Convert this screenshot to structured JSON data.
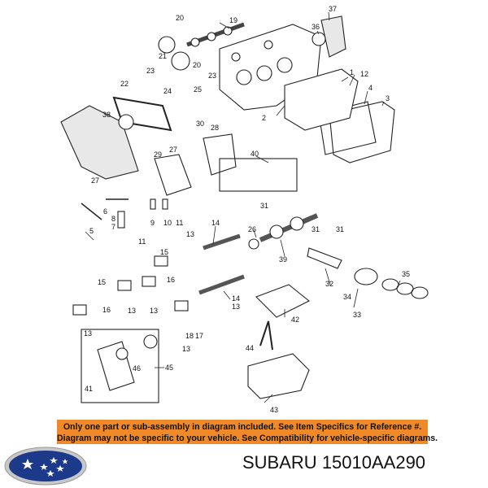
{
  "diagram": {
    "callouts": [
      "1",
      "2",
      "3",
      "4",
      "5",
      "6",
      "7",
      "8",
      "9",
      "10",
      "11",
      "12",
      "13",
      "14",
      "15",
      "16",
      "17",
      "18",
      "19",
      "20",
      "21",
      "22",
      "23",
      "24",
      "25",
      "26",
      "27",
      "28",
      "29",
      "30",
      "31",
      "32",
      "33",
      "34",
      "35",
      "36",
      "37",
      "38",
      "39",
      "40",
      "41",
      "42",
      "43",
      "44",
      "45",
      "46"
    ]
  },
  "notice": {
    "line1": "Only one part or sub-assembly in diagram included. See Item Specifics for Reference #.",
    "line2": "Diagram may not be specific to your vehicle. See Compatibility for vehicle-specific diagrams.",
    "color": "#f08a28"
  },
  "brand": {
    "name": "SUBARU",
    "part_number": "15010AA290",
    "logo_color": "#1d3a8a"
  }
}
